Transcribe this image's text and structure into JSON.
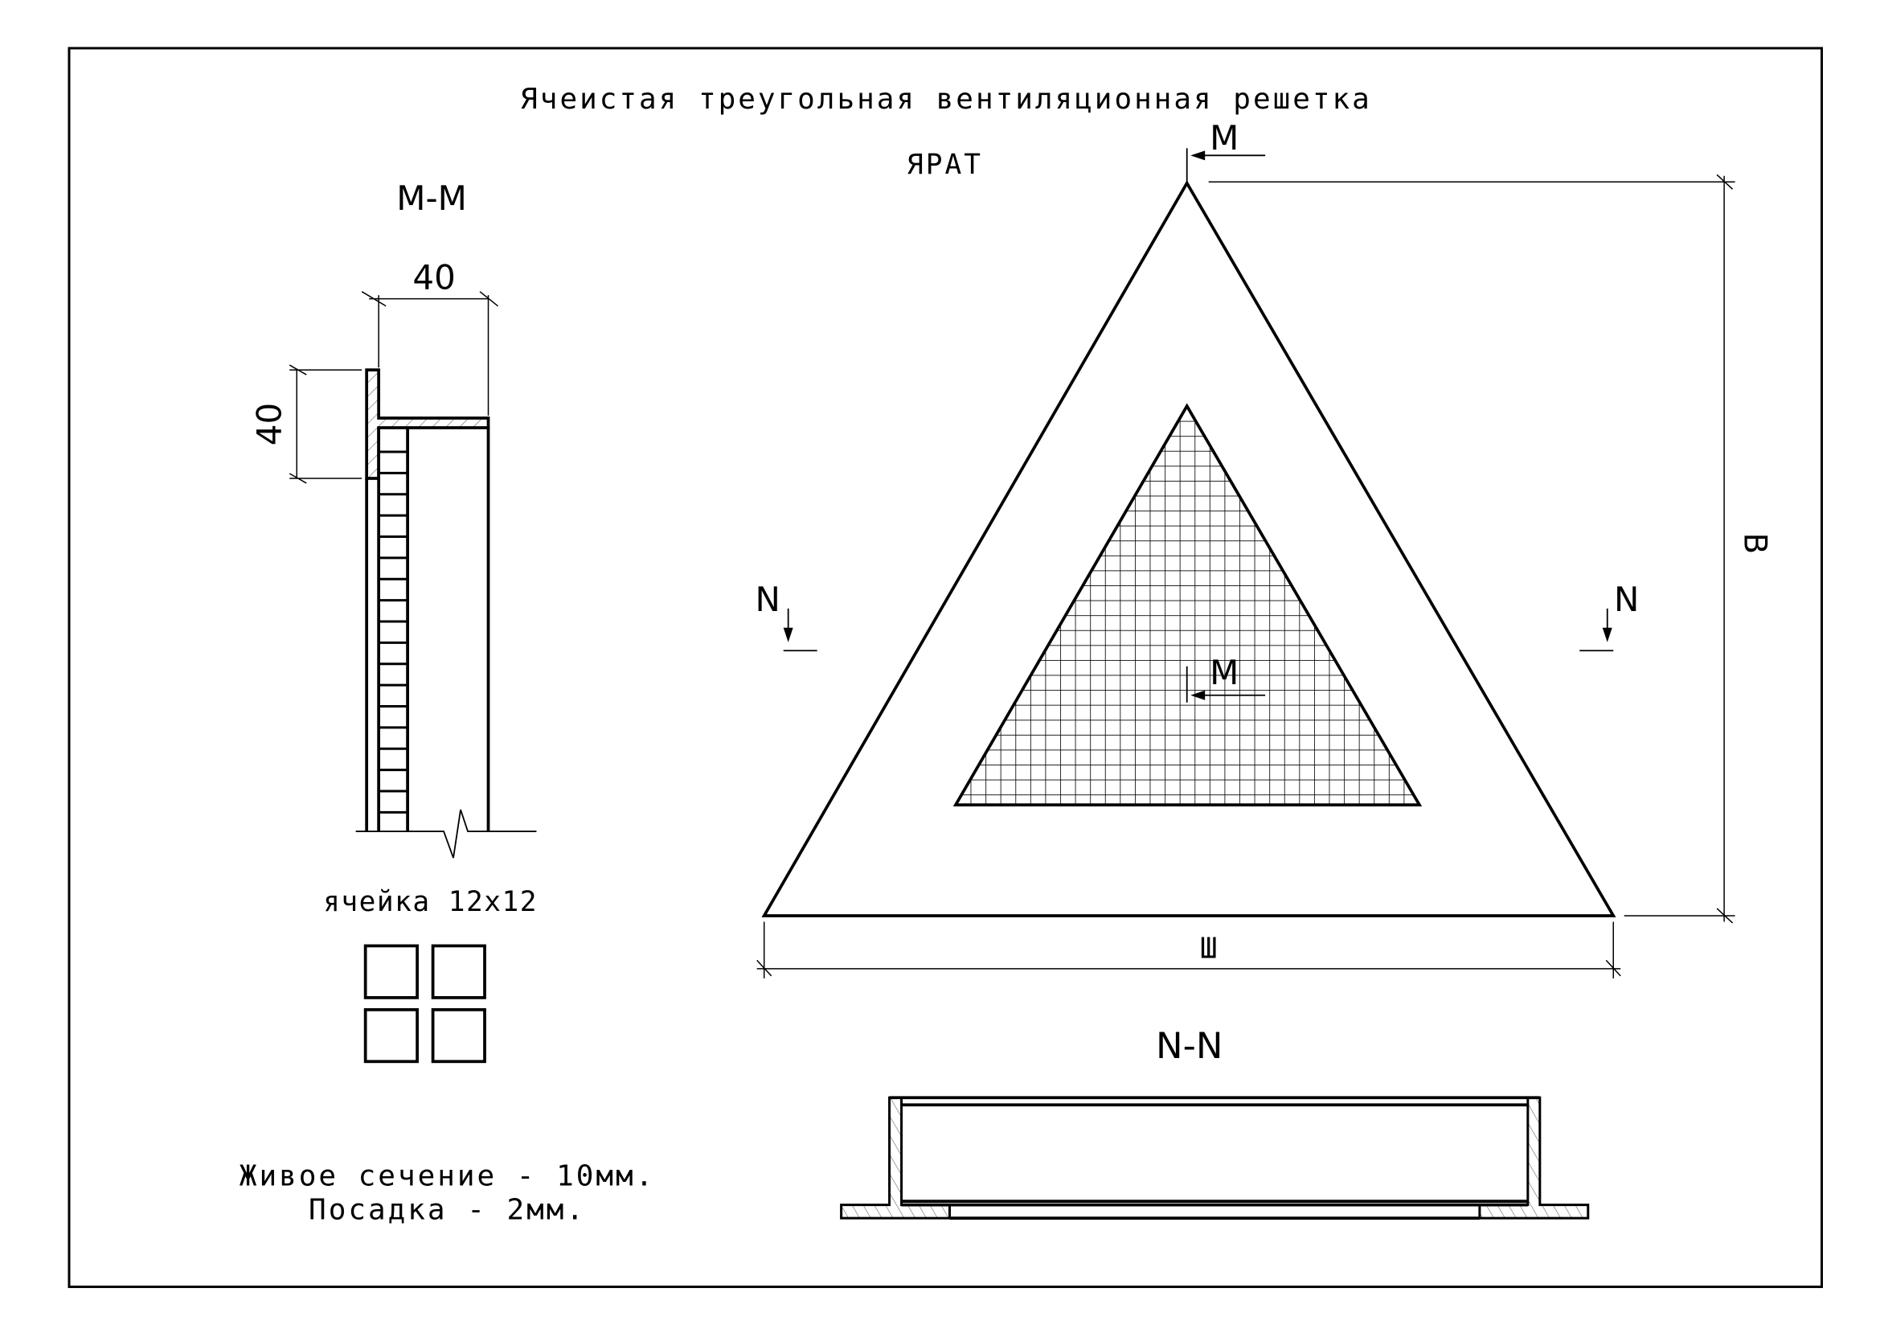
{
  "title": "Ячеистая треугольная вентиляционная решетка",
  "model": "ЯРАТ",
  "section_mm": {
    "label": "М-М",
    "dim_width": "40",
    "dim_height": "40"
  },
  "cell": {
    "label": "ячейка 12x12"
  },
  "notes": {
    "line1": "Живое сечение - 10мм.",
    "line2": "Посадка - 2мм."
  },
  "plan": {
    "cut_m_top": "М",
    "cut_m_inner": "М",
    "cut_n_left": "N",
    "cut_n_right": "N",
    "dim_height": "В",
    "dim_width": "Ш"
  },
  "section_nn": {
    "label": "N-N"
  },
  "colors": {
    "line": "#000000",
    "background": "#ffffff"
  }
}
